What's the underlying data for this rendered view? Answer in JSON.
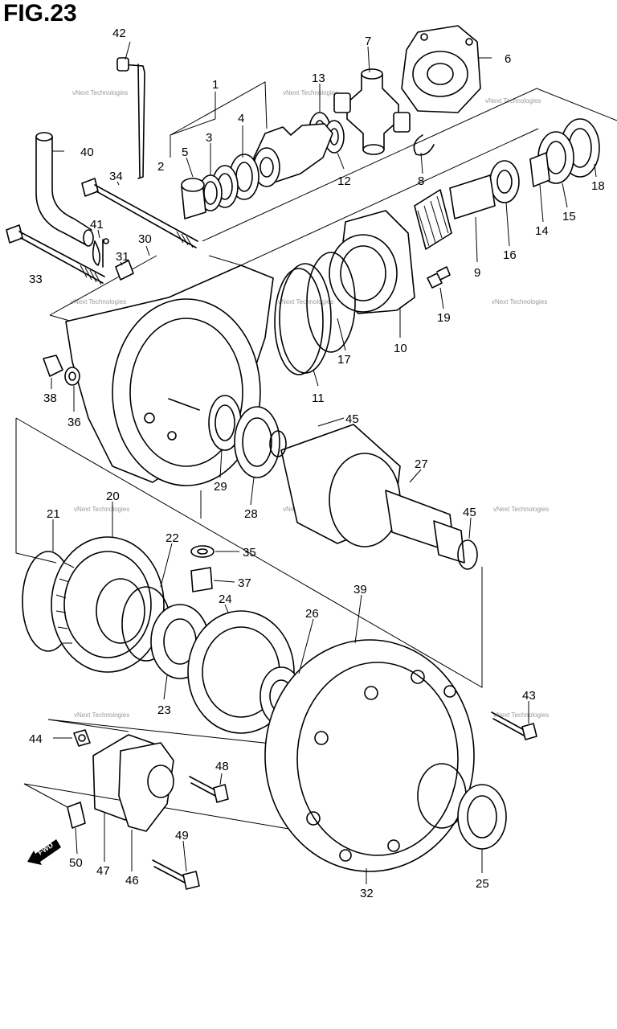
{
  "title": "FIG.23",
  "watermark": "vNext Technologies",
  "fwd_label": "FWD",
  "part_numbers": [
    "1",
    "2",
    "3",
    "4",
    "5",
    "6",
    "7",
    "8",
    "9",
    "10",
    "11",
    "12",
    "13",
    "14",
    "15",
    "16",
    "17",
    "18",
    "19",
    "20",
    "21",
    "22",
    "23",
    "24",
    "25",
    "26",
    "27",
    "28",
    "29",
    "30",
    "31",
    "32",
    "33",
    "34",
    "35",
    "36",
    "37",
    "38",
    "39",
    "40",
    "41",
    "42",
    "43",
    "44",
    "45",
    "45",
    "46",
    "47",
    "48",
    "49",
    "50"
  ]
}
